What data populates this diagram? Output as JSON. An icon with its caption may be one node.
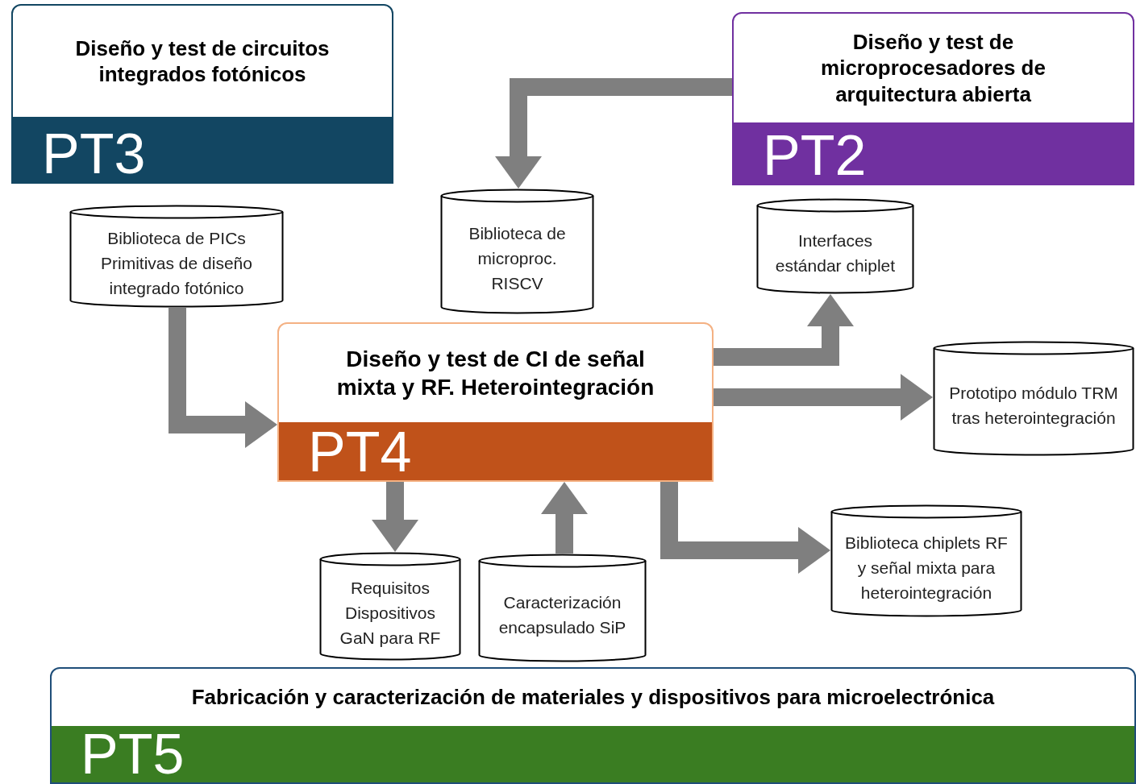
{
  "diagram": {
    "nodes": [
      {
        "text": [
          "Diseño y test de circuitos integrados fotónicos",
          "PT3"
        ]
      },
      {
        "text": [
          "Diseño y test de microprocesadores de arquitectura abierta",
          "PT2"
        ]
      },
      {
        "text": [
          "Biblioteca de PICs Primitivas de diseño integrado fotónico"
        ]
      },
      {
        "text": [
          "Biblioteca de microproc. RISCV"
        ]
      },
      {
        "text": [
          "Interfaces estándar chiplet"
        ]
      },
      {
        "text": [
          "Diseño y test de CI de señal mixta y RF. Heterointegración",
          "PT4"
        ]
      },
      {
        "text": [
          "Prototipo módulo TRM tras heterointegración"
        ]
      },
      {
        "text": [
          "Requisitos Dispositivos GaN para RF"
        ]
      },
      {
        "text": [
          "Caracterización encapsulado SiP"
        ]
      },
      {
        "text": [
          "Biblioteca chiplets RF y señal mixta para heterointegración"
        ]
      },
      {
        "text": [
          "Fabricación y caracterización de materiales y dispositivos para microelectrónica",
          "PT5"
        ]
      }
    ],
    "edges": [
      {
        "from": 1,
        "to": 3,
        "arrow": "to"
      },
      {
        "from": 2,
        "to": 5,
        "arrow": "to"
      },
      {
        "from": 5,
        "to": 4,
        "arrow": "to"
      },
      {
        "from": 5,
        "to": 6,
        "arrow": "to"
      },
      {
        "from": 5,
        "to": 7,
        "arrow": "to"
      },
      {
        "from": 8,
        "to": 5,
        "arrow": "to"
      },
      {
        "from": 5,
        "to": 9,
        "arrow": "to"
      }
    ]
  }
}
